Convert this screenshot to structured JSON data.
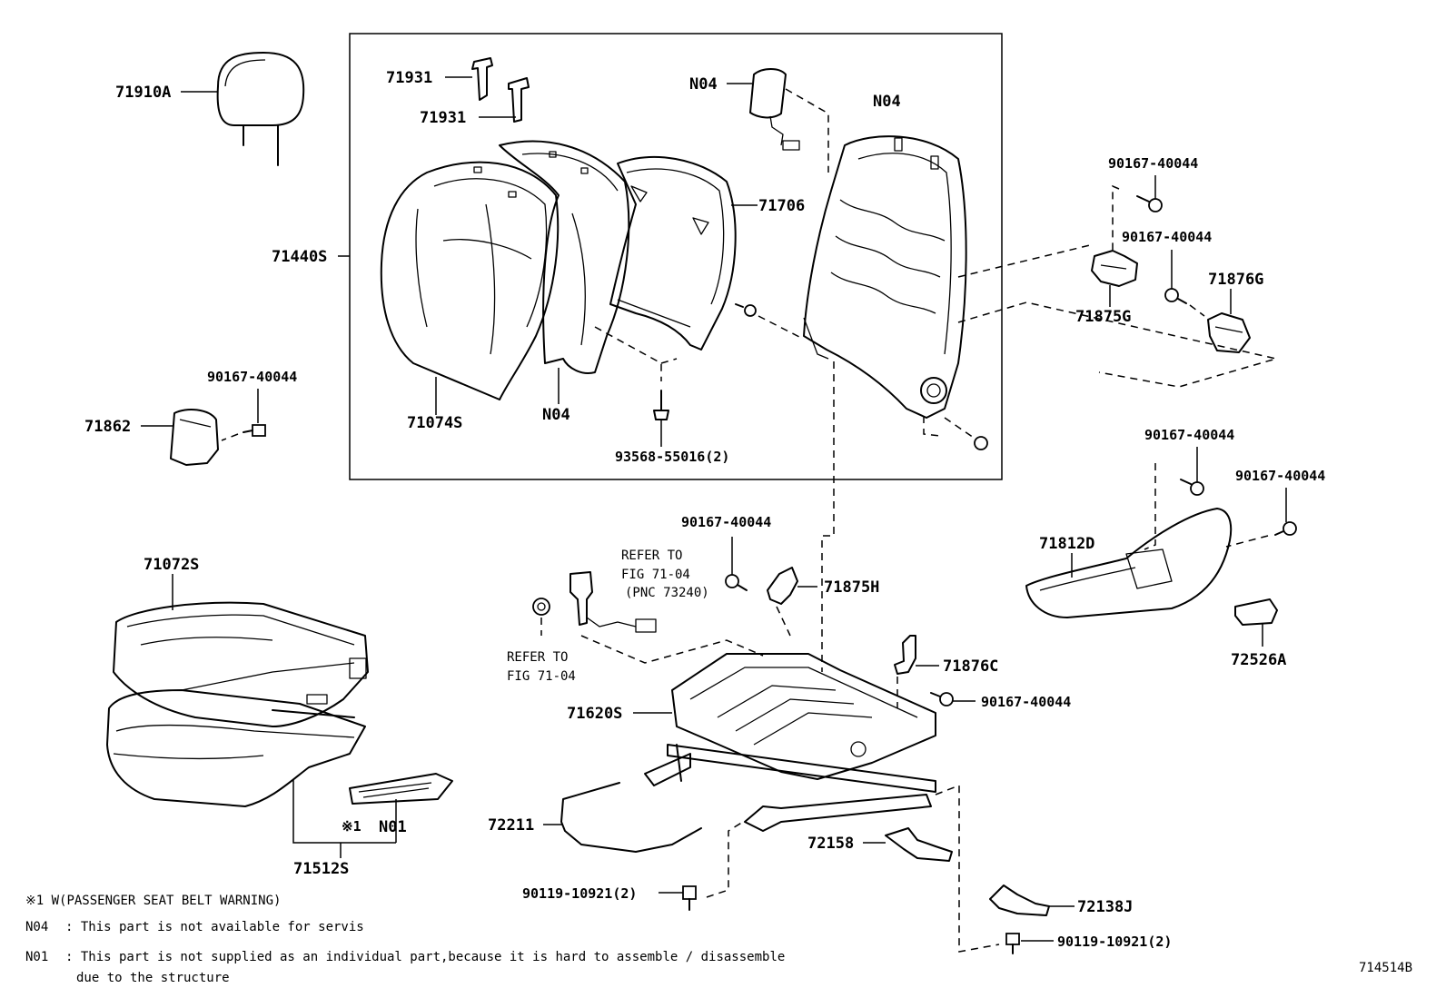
{
  "diagram_id": "714514B",
  "labels": {
    "headrest": "71910A",
    "guide_a": "71931",
    "guide_b": "71931",
    "n04_sensor": "N04",
    "n04_frame": "N04",
    "back_frame_pad": "71706",
    "seatback_assy": "71440S",
    "back_cover": "71074S",
    "n04_pad": "N04",
    "screw_back": "93568-55016(2)",
    "shield_left": "71862",
    "screw_shield_left": "90167-40044",
    "screw_rt_1": "90167-40044",
    "screw_rt_2": "90167-40044",
    "cover_75g": "71875G",
    "cover_76g": "71876G",
    "screw_shield_1": "90167-40044",
    "screw_shield_2": "90167-40044",
    "shield_right": "71812D",
    "knob": "72526A",
    "cushion_assy": "71072S",
    "cushion_sub": "71512S",
    "n01_mark": "※1",
    "n01": "N01",
    "buckle_refer_1": "REFER TO",
    "buckle_refer_2": "FIG 71-04",
    "buckle_refer_3": "(PNC 73240)",
    "anchor_refer_1": "REFER TO",
    "anchor_refer_2": "FIG 71-04",
    "screw_center": "90167-40044",
    "cover_75h": "71875H",
    "cover_76c": "71876C",
    "screw_76c": "90167-40044",
    "adjuster": "71620S",
    "wire": "72211",
    "screw_wire": "90119-10921(2)",
    "cover_58": "72158",
    "cover_38j": "72138J",
    "screw_38j": "90119-10921(2)"
  },
  "notes": {
    "mark1": "※1 W(PASSENGER SEAT BELT WARNING)",
    "n04_key": "N04",
    "n04_text": ": This part is not available for servis",
    "n01_key": "N01",
    "n01_text_1": ": This part is not supplied as an individual part,because it is hard to assemble / disassemble",
    "n01_text_2": "due to the structure"
  }
}
